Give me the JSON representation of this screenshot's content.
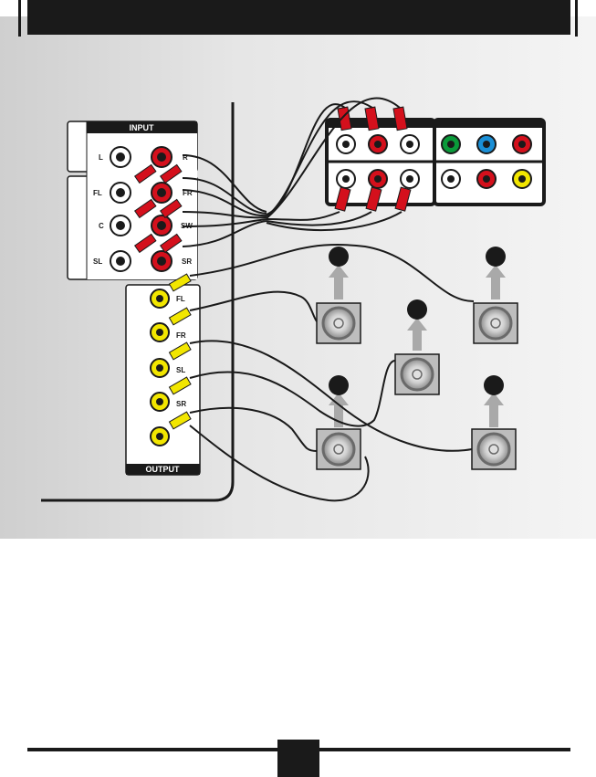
{
  "input_panel": {
    "title": "INPUT",
    "stereo_labels": [
      "L",
      "R"
    ],
    "surround_labels": [
      "FL",
      "FR",
      "C",
      "SW",
      "SL",
      "SR"
    ]
  },
  "output_panel": {
    "title": "OUTPUT",
    "jack_labels": [
      "FL",
      "FR",
      "SL",
      "SR"
    ]
  },
  "colors": {
    "red_jack": "#d4101c",
    "yellow_jack": "#f2e600",
    "green_jack": "#0a9a3a",
    "blue_jack": "#1a8fd6",
    "dark": "#1a1a1a",
    "speaker_gray": "#bdbdbd"
  },
  "icons": [
    "speaker-icon",
    "arrow-up-icon",
    "rca-plug-icon",
    "rca-jack-icon"
  ]
}
